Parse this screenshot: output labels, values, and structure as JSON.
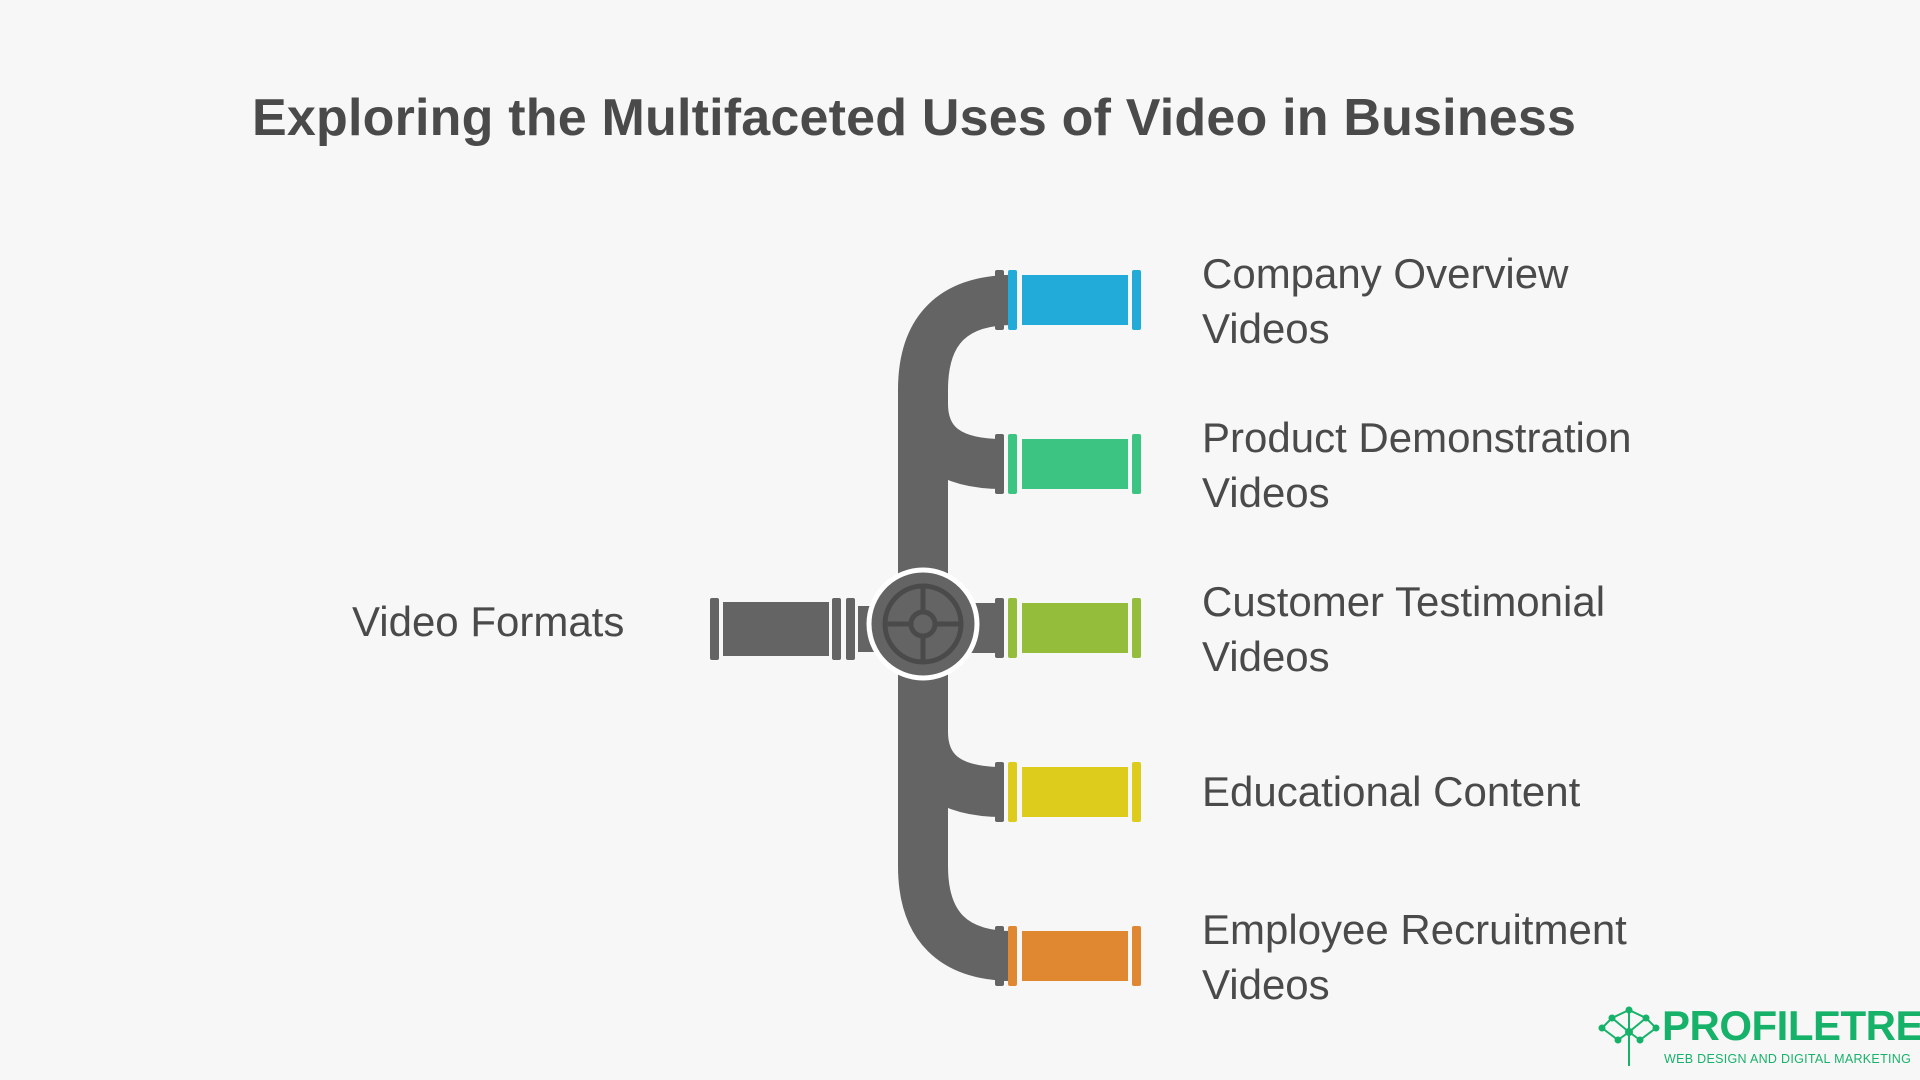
{
  "title": "Exploring the Multifaceted Uses of Video in Business",
  "root": {
    "label": "Video Formats"
  },
  "branches": [
    {
      "line1": "Company Overview",
      "line2": "Videos",
      "color": "#22aad8"
    },
    {
      "line1": "Product Demonstration",
      "line2": "Videos",
      "color": "#3cc483"
    },
    {
      "line1": "Customer Testimonial",
      "line2": "Videos",
      "color": "#93bd3b"
    },
    {
      "line1": "Educational Content",
      "line2": "",
      "color": "#ddcc1c"
    },
    {
      "line1": "Employee Recruitment",
      "line2": "Videos",
      "color": "#e08732"
    }
  ],
  "pipe_color": "#646464",
  "brand": {
    "name_part1": "PROFILE",
    "name_part2": "TREE",
    "tagline": "WEB DESIGN AND DIGITAL MARKETING",
    "color": "#17b26a",
    "icon": "tree-network-icon"
  }
}
